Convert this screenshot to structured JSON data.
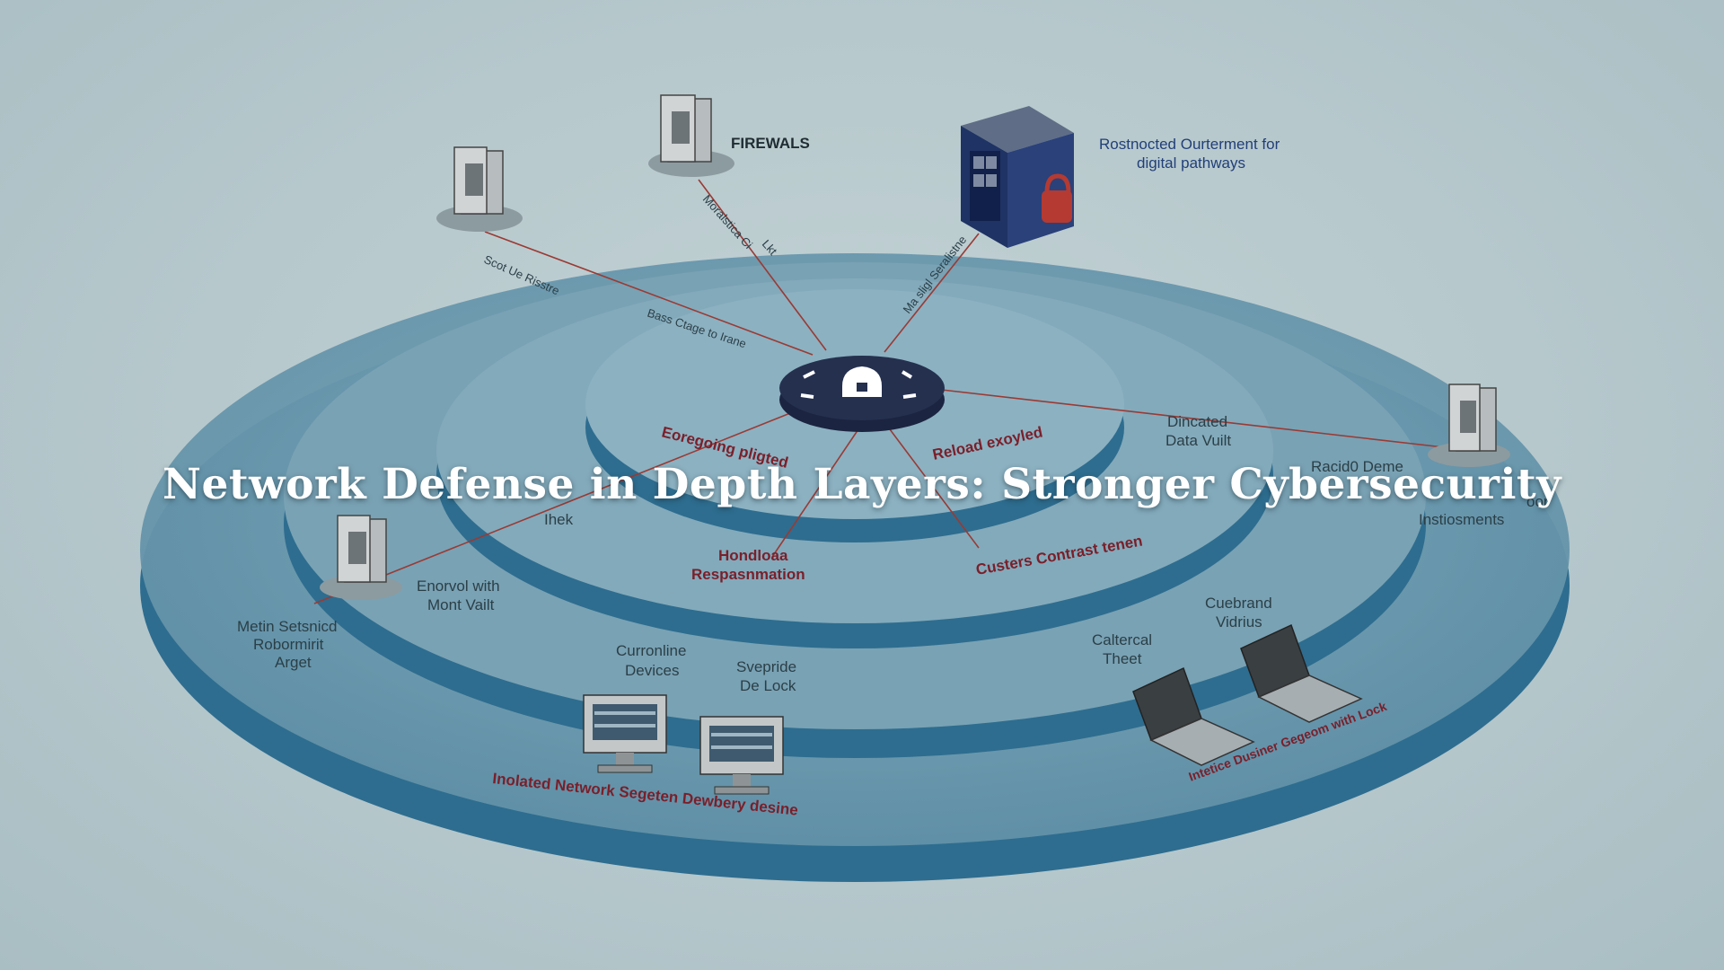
{
  "headline": "Network Defense in Depth Layers: Stronger Cybersecurity",
  "colors": {
    "ring_top": "#6e9aae",
    "ring_side": "#2e6d8f",
    "connector": "#9a3a34",
    "core": "#25304f",
    "server_box": "#1f3364",
    "padlock": "#b43a32"
  },
  "labels": {
    "firewals": "FIREWALS",
    "restricted_top": "Rostnocted Ourterment for",
    "restricted_bottom": "digital pathways",
    "scot": "Scot Ue Risstre",
    "base_edge": "Bass Ctage to Irane",
    "diag_firewall_a": "Moralstica Ci",
    "diag_firewall_b": "Lkt",
    "diag_server": "Ma sligl Seralistne",
    "dedicated_top": "Dincated",
    "dedicated_bottom": "Data Vuilt",
    "radio_top": "Racid0 Deme",
    "radio_mid": "oor",
    "radio_bottom": "Instiosments",
    "inek": "Ihek",
    "eoregoing": "Eoregoing pligted",
    "reload": "Reload exoyled",
    "handload_top": "Hondloaa",
    "handload_bottom": "Respasnmation",
    "cluster": "Custers Contrast tenen",
    "enorvol_top": "Enorvol with",
    "enorvol_bottom": "Mont Vailt",
    "metin_top": "Metin Setsnicd",
    "metin_mid": "Robormirit",
    "metin_bottom": "Arget",
    "curronline_top": "Curronline",
    "curronline_bottom": "Devices",
    "svepride_top": "Svepride",
    "svepride_bottom": "De Lock",
    "cuebrand_top": "Cuebrand",
    "cuebrand_bottom": "Vidrius",
    "caltercal_top": "Caltercal",
    "caltercal_bottom": "Theet",
    "isolated": "Inolated Network Segeten Dewbery desine",
    "laptop_caption": "Intetice Dusiner Gegeom with Lock"
  },
  "icons": {
    "core": "padlock-shield-icon",
    "server_tower": "server-tower-icon",
    "secure_server": "locked-server-icon",
    "desktop": "desktop-computer-icon",
    "laptop": "laptop-icon"
  }
}
